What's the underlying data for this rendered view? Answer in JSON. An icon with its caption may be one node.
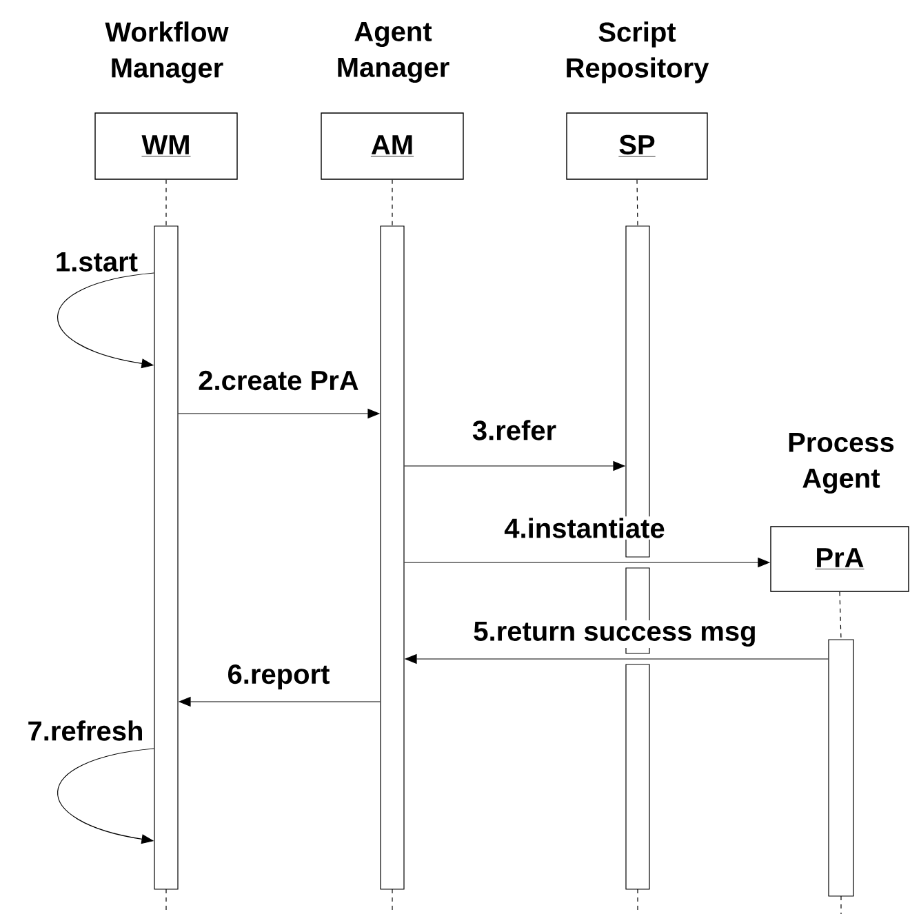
{
  "diagram": {
    "nodes": [
      {
        "text": [
          "Workflow Manager",
          "WM"
        ]
      },
      {
        "text": [
          "Agent Manager",
          "AM"
        ]
      },
      {
        "text": [
          "Script Repository",
          "SP"
        ]
      },
      {
        "text": [
          "Process Agent",
          "PrA"
        ]
      },
      {
        "text": [],
        "shape": "bar"
      },
      {
        "text": [],
        "shape": "bar"
      },
      {
        "text": [],
        "shape": "bar"
      },
      {
        "text": [],
        "shape": "bar"
      },
      {
        "text": [],
        "shape": "bar"
      },
      {
        "text": [],
        "shape": "bar"
      }
    ],
    "edges": [
      {
        "from": 0,
        "to": 4,
        "arrow": "none",
        "style": "dashed"
      },
      {
        "from": 1,
        "to": 5,
        "arrow": "none",
        "style": "dashed"
      },
      {
        "from": 2,
        "to": 6,
        "arrow": "none",
        "style": "dashed"
      },
      {
        "from": 4,
        "to": 4,
        "arrow": "to",
        "label": "1.start"
      },
      {
        "from": 4,
        "to": 5,
        "arrow": "to",
        "label": "2.create PrA"
      },
      {
        "from": 5,
        "to": 6,
        "arrow": "to",
        "label": "3.refer"
      },
      {
        "from": 5,
        "to": 3,
        "arrow": "to",
        "label": "4.instantiate"
      },
      {
        "from": 3,
        "to": 7,
        "arrow": "none",
        "style": "dashed"
      },
      {
        "from": 7,
        "to": 5,
        "arrow": "to",
        "label": "5.return success msg"
      },
      {
        "from": 5,
        "to": 4,
        "arrow": "to",
        "label": "6.report"
      },
      {
        "from": 4,
        "to": 4,
        "arrow": "to",
        "label": "7.refresh"
      }
    ]
  }
}
